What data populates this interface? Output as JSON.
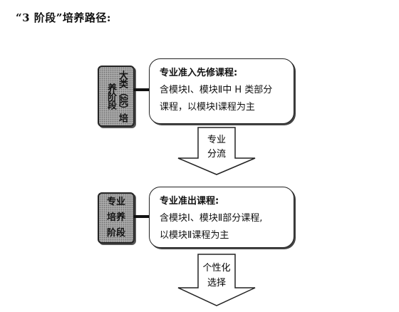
{
  "title": "“3 阶段”培养路径:",
  "stages": [
    {
      "label": "大类（院）培养阶段",
      "info": {
        "heading": "专业准入先修课程:",
        "line1": "含模块Ⅰ、模块Ⅱ中 H 类部分",
        "line2": "课程，以模块Ⅰ课程为主"
      }
    },
    {
      "label": "专业\n培养\n阶段",
      "info": {
        "heading": "专业准出课程:",
        "line1": "含模块Ⅰ、模块Ⅱ部分课程,",
        "line2": "以模块Ⅱ课程为主"
      }
    }
  ],
  "arrows": [
    {
      "line1": "专业",
      "line2": "分流"
    },
    {
      "line1": "个性化",
      "line2": "选择"
    }
  ]
}
